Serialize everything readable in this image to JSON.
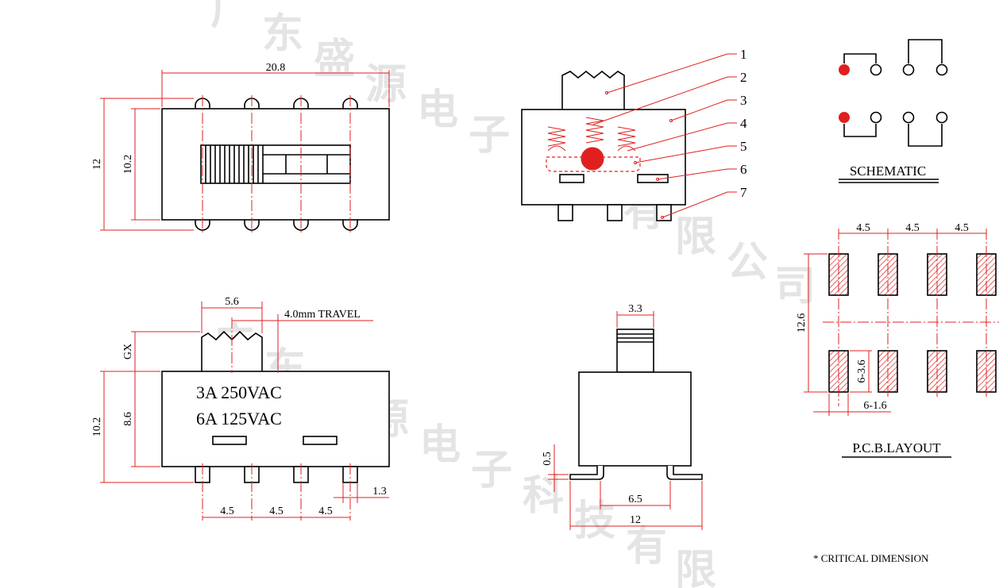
{
  "dimensions": {
    "top_width": "20.8",
    "top_height_outer": "12",
    "top_height_inner": "10.2",
    "pcb_pitch_1": "4.5",
    "pcb_pitch_2": "4.5",
    "pcb_pitch_3": "4.5",
    "pcb_row_spacing": "12.6",
    "pcb_pad_length": "6-3.6",
    "pcb_pad_width": "6-1.6",
    "front_knob_width": "5.6",
    "front_travel": "4.0mm TRAVEL",
    "front_gx": "GX",
    "front_height_outer": "10.2",
    "front_height_inner": "8.6",
    "front_pitch_1": "4.5",
    "front_pitch_2": "4.5",
    "front_pitch_3": "4.5",
    "front_pin_width": "1.3",
    "side_knob_width": "3.3",
    "side_leg_thickness": "0.5",
    "side_inner_width": "6.5",
    "side_outer_width": "12"
  },
  "rating": {
    "line1": "3A 250VAC",
    "line2": "6A 125VAC"
  },
  "callouts": [
    "1",
    "2",
    "3",
    "4",
    "5",
    "6",
    "7"
  ],
  "labels": {
    "schematic": "SCHEMATIC",
    "pcb_layout": "P.C.B.LAYOUT",
    "critical": "* CRITICAL  DIMENSION"
  },
  "watermark": {
    "chars": [
      "广",
      "东",
      "盛",
      "源",
      "电",
      "子",
      "科",
      "技",
      "有",
      "限",
      "公",
      "司"
    ]
  },
  "colors": {
    "dimension": "#e02020",
    "outline": "#000000",
    "schematic_dot": "#e02020",
    "watermark": "#cfcfcf"
  }
}
